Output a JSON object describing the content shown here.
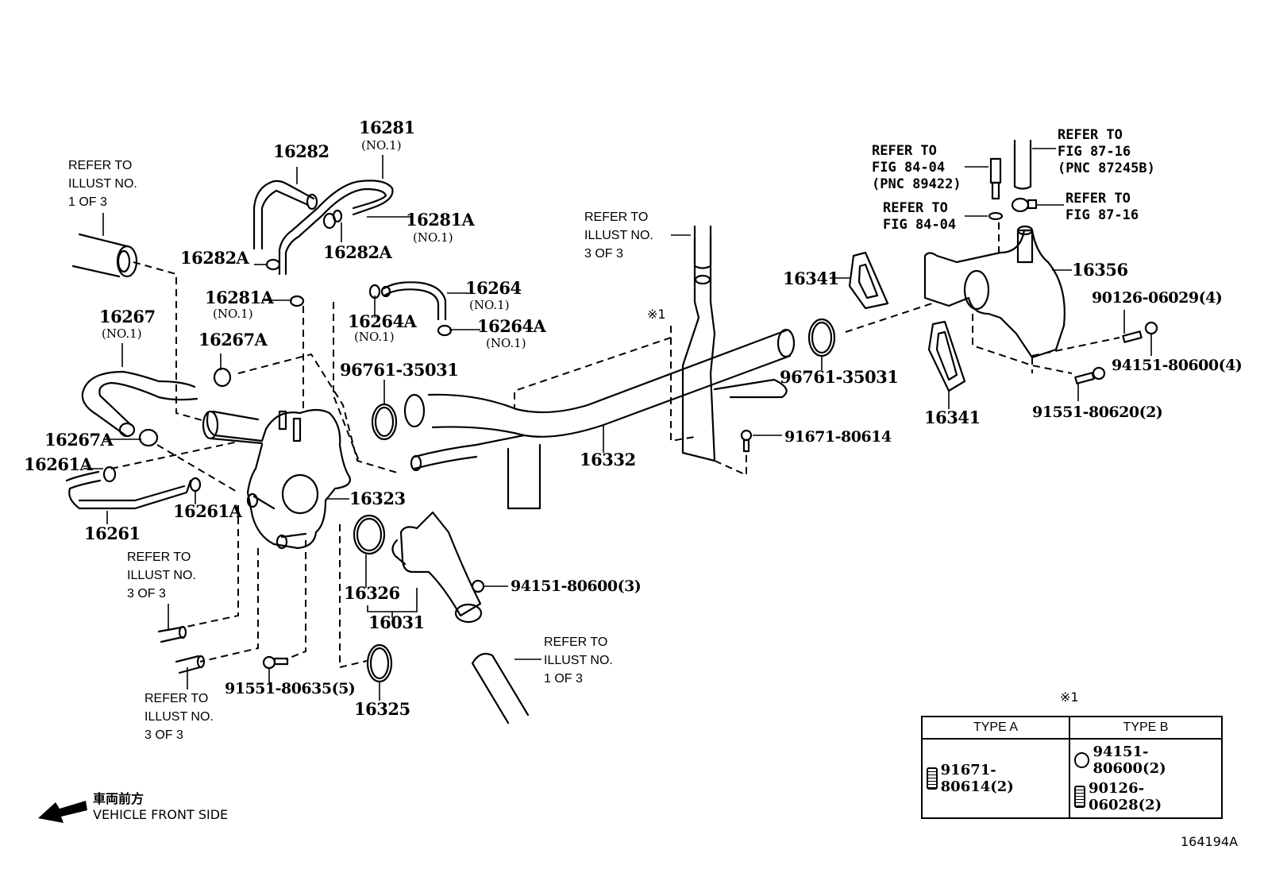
{
  "figure_id": "164194A",
  "direction": {
    "jp": "車両前方",
    "en": "VEHICLE FRONT SIDE",
    "icon": "arrow-left-icon"
  },
  "labels": {
    "p16281": {
      "num": "16281",
      "sub": "(NO.1)"
    },
    "p16282": {
      "num": "16282"
    },
    "p16281A_top": {
      "num": "16281A",
      "sub": "(NO.1)"
    },
    "p16282A_left": {
      "num": "16282A"
    },
    "p16282A_right": {
      "num": "16282A"
    },
    "p16281A_mid": {
      "num": "16281A",
      "sub": "(NO.1)"
    },
    "p16264": {
      "num": "16264",
      "sub": "(NO.1)"
    },
    "p16264A_left": {
      "num": "16264A",
      "sub": "(NO.1)"
    },
    "p16264A_right": {
      "num": "16264A",
      "sub": "(NO.1)"
    },
    "p16267": {
      "num": "16267",
      "sub": "(NO.1)"
    },
    "p16267A_top": {
      "num": "16267A"
    },
    "p16267A_left": {
      "num": "16267A"
    },
    "p16261A_left": {
      "num": "16261A"
    },
    "p16261A_right": {
      "num": "16261A"
    },
    "p16261": {
      "num": "16261"
    },
    "p96761_left": {
      "num": "96761-35031"
    },
    "p96761_right": {
      "num": "96761-35031"
    },
    "p16323": {
      "num": "16323"
    },
    "p16326": {
      "num": "16326"
    },
    "p16031": {
      "num": "16031"
    },
    "p16325": {
      "num": "16325"
    },
    "p94151_3": {
      "num": "94151-80600(3)"
    },
    "p91551_5": {
      "num": "91551-80635(5)"
    },
    "p16332": {
      "num": "16332"
    },
    "p91671": {
      "num": "91671-80614"
    },
    "p16341_top": {
      "num": "16341"
    },
    "p16341_bottom": {
      "num": "16341"
    },
    "p16356": {
      "num": "16356"
    },
    "p90126_4": {
      "num": "90126-06029(4)"
    },
    "p94151_4": {
      "num": "94151-80600(4)"
    },
    "p91551_2": {
      "num": "91551-80620(2)"
    },
    "note_mark": "※1"
  },
  "refs": {
    "illust_1_top": "REFER TO\nILLUST NO.\n1 OF 3",
    "illust_3_mid": "REFER TO\nILLUST NO.\n3 OF 3",
    "illust_3_left_a": "REFER TO\nILLUST NO.\n3 OF 3",
    "illust_3_left_b": "REFER TO\nILLUST NO.\n3 OF 3",
    "illust_1_bottom": "REFER TO\nILLUST NO.\n1 OF 3",
    "fig_84_04_pnc": "REFER TO\nFIG 84-04\n(PNC 89422)",
    "fig_84_04": "REFER TO\nFIG 84-04",
    "fig_87_16_pnc": "REFER TO\nFIG 87-16\n(PNC 87245B)",
    "fig_87_16": "REFER TO\nFIG 87-16"
  },
  "type_table": {
    "mark": "※1",
    "headers": [
      "TYPE A",
      "TYPE B"
    ],
    "type_a": [
      {
        "part": "91671-80614(2)",
        "icon": "flange-bolt-icon"
      }
    ],
    "type_b": [
      {
        "part": "94151-80600(2)",
        "icon": "nut-icon"
      },
      {
        "part": "90126-06028(2)",
        "icon": "stud-bolt-icon"
      }
    ]
  }
}
